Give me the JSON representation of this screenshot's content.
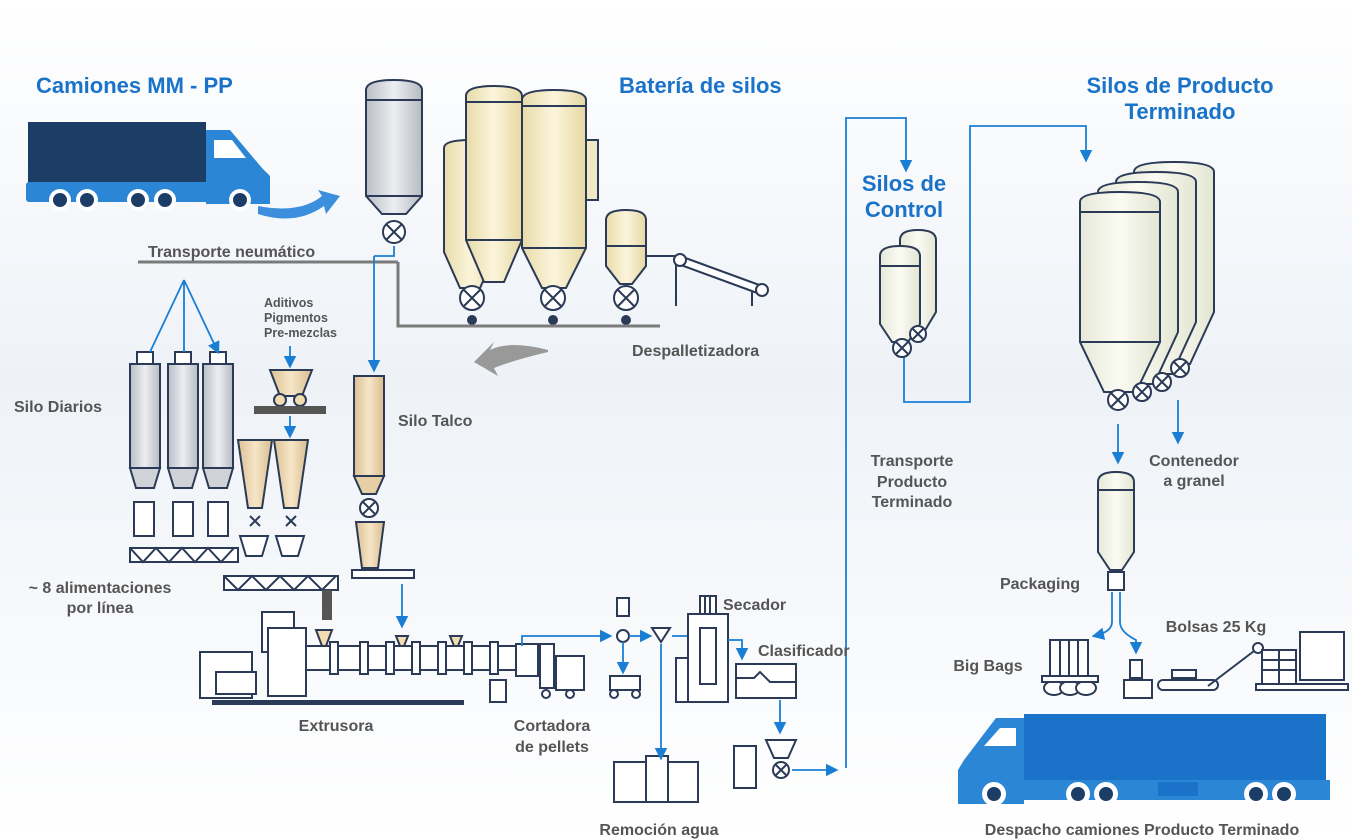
{
  "titles": {
    "trucks_in": "Camiones MM - PP",
    "silo_battery": "Batería de silos",
    "control_line1": "Silos de",
    "control_line2": "Control",
    "finished_line1": "Silos de Producto",
    "finished_line2": "Terminado"
  },
  "labels": {
    "pneumatic": "Transporte neumático",
    "additives_1": "Aditivos",
    "additives_2": "Pigmentos",
    "additives_3": "Pre-mezclas",
    "daily_silos": "Silo Diarios",
    "talc_silo": "Silo Talco",
    "depalletizer": "Despalletizadora",
    "feeds_1": "~ 8 alimentaciones",
    "feeds_2": "por línea",
    "extruder": "Extrusora",
    "cutter_1": "Cortadora",
    "cutter_2": "de pellets",
    "water": "Remoción agua",
    "dryer": "Secador",
    "classifier": "Clasificador",
    "transport_1": "Transporte",
    "transport_2": "Producto",
    "transport_3": "Terminado",
    "bulk_1": "Contenedor",
    "bulk_2": "a granel",
    "packaging": "Packaging",
    "bigbags": "Big Bags",
    "bags": "Bolsas 25 Kg",
    "dispatch": "Despacho camiones Producto Terminado"
  },
  "colors": {
    "accent": "#1a73c9",
    "flow": "#1a7fd4",
    "truck_dark": "#1b3d66",
    "truck_blue": "#2b86d6",
    "silo_cream": "#f4eccd",
    "silo_gray": "#d5d9de",
    "talc": "#ecd7b3",
    "text_gray": "#555555"
  }
}
